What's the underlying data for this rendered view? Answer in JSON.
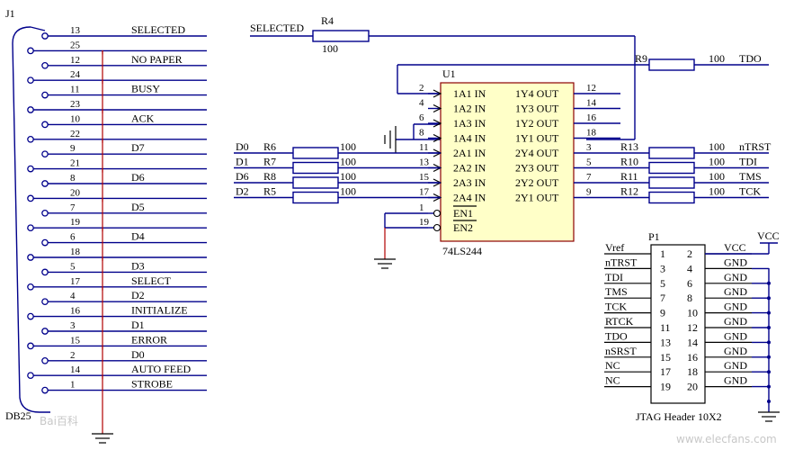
{
  "j1": {
    "ref": "J1",
    "footprint": "DB25",
    "pins": [
      {
        "pin": "13",
        "signal": "SELECTED"
      },
      {
        "pin": "25",
        "signal": ""
      },
      {
        "pin": "12",
        "signal": "NO PAPER"
      },
      {
        "pin": "24",
        "signal": ""
      },
      {
        "pin": "11",
        "signal": "BUSY"
      },
      {
        "pin": "23",
        "signal": ""
      },
      {
        "pin": "10",
        "signal": "ACK"
      },
      {
        "pin": "22",
        "signal": ""
      },
      {
        "pin": "9",
        "signal": "D7"
      },
      {
        "pin": "21",
        "signal": ""
      },
      {
        "pin": "8",
        "signal": "D6"
      },
      {
        "pin": "20",
        "signal": ""
      },
      {
        "pin": "7",
        "signal": "D5"
      },
      {
        "pin": "19",
        "signal": ""
      },
      {
        "pin": "6",
        "signal": "D4"
      },
      {
        "pin": "18",
        "signal": ""
      },
      {
        "pin": "5",
        "signal": "D3"
      },
      {
        "pin": "17",
        "signal": "SELECT"
      },
      {
        "pin": "4",
        "signal": "D2"
      },
      {
        "pin": "16",
        "signal": "INITIALIZE"
      },
      {
        "pin": "3",
        "signal": "D1"
      },
      {
        "pin": "15",
        "signal": "ERROR"
      },
      {
        "pin": "2",
        "signal": "D0"
      },
      {
        "pin": "14",
        "signal": "AUTO FEED"
      },
      {
        "pin": "1",
        "signal": "STROBE"
      }
    ]
  },
  "u1": {
    "ref": "U1",
    "part": "74LS244",
    "left_pins": [
      {
        "num": "2",
        "name": "1A1 IN"
      },
      {
        "num": "4",
        "name": "1A2 IN"
      },
      {
        "num": "6",
        "name": "1A3 IN"
      },
      {
        "num": "8",
        "name": "1A4 IN"
      },
      {
        "num": "11",
        "name": "2A1 IN"
      },
      {
        "num": "13",
        "name": "2A2 IN"
      },
      {
        "num": "15",
        "name": "2A3 IN"
      },
      {
        "num": "17",
        "name": "2A4 IN"
      },
      {
        "num": "1",
        "name": "EN1"
      },
      {
        "num": "19",
        "name": "EN2"
      }
    ],
    "right_pins": [
      {
        "num": "12",
        "name": "1Y4 OUT"
      },
      {
        "num": "14",
        "name": "1Y3 OUT"
      },
      {
        "num": "16",
        "name": "1Y2 OUT"
      },
      {
        "num": "18",
        "name": "1Y1 OUT"
      },
      {
        "num": "3",
        "name": "2Y4 OUT"
      },
      {
        "num": "5",
        "name": "2Y3 OUT"
      },
      {
        "num": "7",
        "name": "2Y2 OUT"
      },
      {
        "num": "9",
        "name": "2Y1 OUT"
      }
    ]
  },
  "top_wiring": {
    "selected_label": "SELECTED",
    "r4_ref": "R4",
    "r4_value": "100",
    "r9_ref": "R9",
    "r9_value": "100",
    "tdo_label": "TDO"
  },
  "input_resistors": [
    {
      "signal": "D0",
      "ref": "R6",
      "value": "100"
    },
    {
      "signal": "D1",
      "ref": "R7",
      "value": "100"
    },
    {
      "signal": "D6",
      "ref": "R8",
      "value": "100"
    },
    {
      "signal": "D2",
      "ref": "R5",
      "value": "100"
    }
  ],
  "output_resistors": [
    {
      "ref": "R13",
      "value": "100",
      "signal": "nTRST"
    },
    {
      "ref": "R10",
      "value": "100",
      "signal": "TDI"
    },
    {
      "ref": "R11",
      "value": "100",
      "signal": "TMS"
    },
    {
      "ref": "R12",
      "value": "100",
      "signal": "TCK"
    }
  ],
  "p1": {
    "ref": "P1",
    "vcc_label": "VCC",
    "caption": "JTAG Header 10X2",
    "rows": [
      {
        "left_signal": "Vref",
        "left_pin": "1",
        "right_pin": "2",
        "right_signal": "VCC"
      },
      {
        "left_signal": "nTRST",
        "left_pin": "3",
        "right_pin": "4",
        "right_signal": "GND"
      },
      {
        "left_signal": "TDI",
        "left_pin": "5",
        "right_pin": "6",
        "right_signal": "GND"
      },
      {
        "left_signal": "TMS",
        "left_pin": "7",
        "right_pin": "8",
        "right_signal": "GND"
      },
      {
        "left_signal": "TCK",
        "left_pin": "9",
        "right_pin": "10",
        "right_signal": "GND"
      },
      {
        "left_signal": "RTCK",
        "left_pin": "11",
        "right_pin": "12",
        "right_signal": "GND"
      },
      {
        "left_signal": "TDO",
        "left_pin": "13",
        "right_pin": "14",
        "right_signal": "GND"
      },
      {
        "left_signal": "nSRST",
        "left_pin": "15",
        "right_pin": "16",
        "right_signal": "GND"
      },
      {
        "left_signal": "NC",
        "left_pin": "17",
        "right_pin": "18",
        "right_signal": "GND"
      },
      {
        "left_signal": "NC",
        "left_pin": "19",
        "right_pin": "20",
        "right_signal": "GND"
      }
    ]
  },
  "watermarks": {
    "left": "Bai百科",
    "right": "www.elecfans.com"
  }
}
